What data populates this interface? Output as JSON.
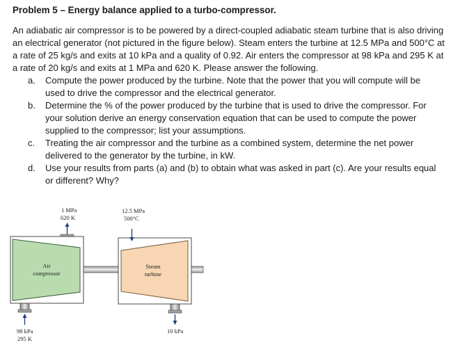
{
  "problem": {
    "title": "Problem 5 – Energy balance applied to a turbo-compressor.",
    "intro": "An adiabatic air compressor is to be powered by a direct-coupled adiabatic steam turbine that is also driving an electrical generator (not pictured in the figure below). Steam enters the turbine at 12.5 MPa and 500°C at a rate of 25 kg/s and exits at 10 kPa and a quality of 0.92. Air enters the compressor at 98 kPa and 295 K at a rate of 20 kg/s and exits at 1 MPa and 620 K. Please answer the following.",
    "items": [
      {
        "letter": "a.",
        "text": "Compute the power produced by the turbine.  Note that the power that you will compute will be used to drive the compressor and the electrical generator."
      },
      {
        "letter": "b.",
        "text": "Determine the % of the power produced by the turbine that is used to drive the compressor. For your solution derive an energy conservation equation that can be used to compute the power supplied to the compressor; list your assumptions."
      },
      {
        "letter": "c.",
        "text": "Treating the air compressor and the turbine as a combined system, determine the net power delivered to the generator by the turbine, in kW."
      },
      {
        "letter": "d.",
        "text": "Use your results from parts (a) and (b) to obtain what was asked in part (c).  Are your results equal or different?  Why?"
      }
    ]
  },
  "figure": {
    "compressor_outlet_pressure": "1 MPa",
    "compressor_outlet_temp": "620 K",
    "turbine_inlet_pressure": "12.5 MPa",
    "turbine_inlet_temp": "500°C",
    "compressor_label_line1": "Air",
    "compressor_label_line2": "compressor",
    "turbine_label_line1": "Steam",
    "turbine_label_line2": "turbine",
    "compressor_inlet_pressure": "98 kPa",
    "compressor_inlet_temp": "295 K",
    "turbine_outlet_pressure": "10 kPa",
    "colors": {
      "compressor_fill": "#b8dcb0",
      "turbine_fill": "#f8d6b4",
      "housing_fill": "#ffffff",
      "housing_stroke": "#4a4a4a",
      "shaft_fill": "#c8c8c8",
      "arrow": "#1f3f7a"
    }
  }
}
